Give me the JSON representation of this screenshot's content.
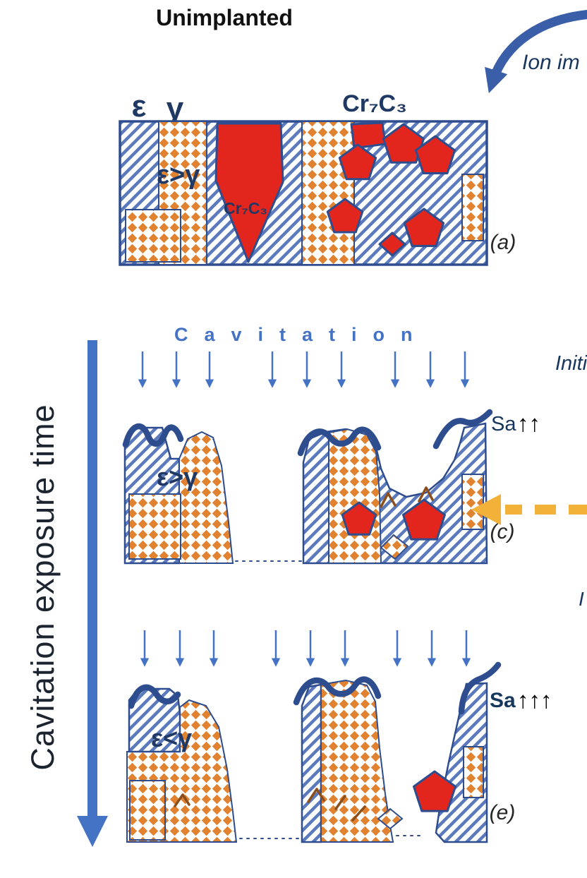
{
  "colors": {
    "navy": "#2e4d8e",
    "hatch_blue": "#5b79bd",
    "orange": "#e0822f",
    "red": "#e3261d",
    "arrow_blue": "#4472c4",
    "ion_arrow_blue": "#3b5ea8",
    "yellow": "#f2b23a",
    "crack_brown": "#8a4f1d",
    "label_navy": "#1f3864",
    "text_dark": "#17365d"
  },
  "header": {
    "title": "Unimplanted",
    "ion_arrow_label": "Ion im"
  },
  "axis": {
    "label": "Cavitation exposure time"
  },
  "cavitation": {
    "label": "Cavitation"
  },
  "right_labels": {
    "initiation_fragment": "Initia",
    "lower_fragment": "I"
  },
  "legend": {
    "epsilon": "ε",
    "gamma": "γ",
    "carbide": "Cr₇C₃"
  },
  "panel_a": {
    "tag": "(a)",
    "phase_relation": "ε>γ",
    "carbide_label": "Cr₇C₃"
  },
  "panel_c": {
    "tag": "(c)",
    "phase_relation": "ε>γ",
    "sa_label": "Sa",
    "sa_arrows": "↑↑"
  },
  "panel_e": {
    "tag": "(e)",
    "phase_relation": "ε<γ",
    "sa_label": "Sa",
    "sa_arrows": "↑↑↑"
  }
}
